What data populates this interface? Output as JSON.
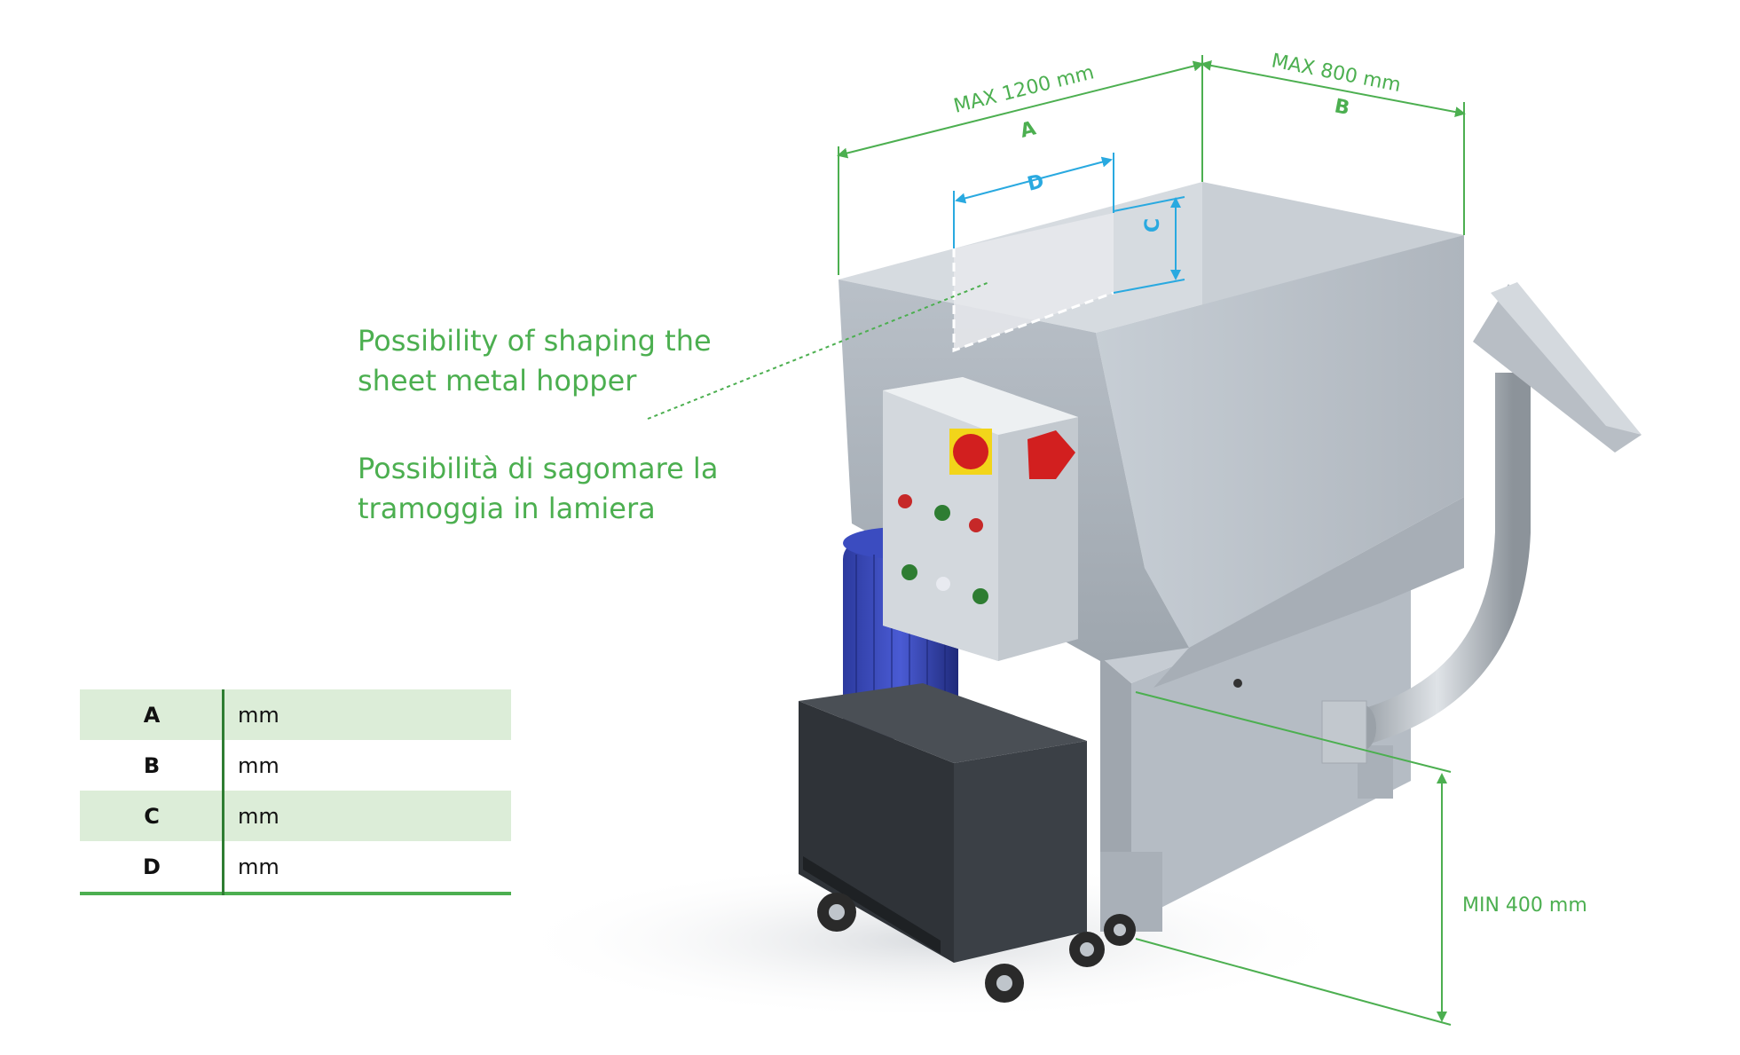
{
  "annotation": {
    "en_line1": "Possibility of shaping the",
    "en_line2": "sheet metal hopper",
    "it_line1": "Possibilità di sagomare la",
    "it_line2": "tramoggia in lamiera"
  },
  "dimensions": {
    "a_label": "MAX 1200 mm",
    "a_letter": "A",
    "b_label": "MAX 800 mm",
    "b_letter": "B",
    "c_letter": "C",
    "d_letter": "D",
    "height_label": "MIN 400 mm"
  },
  "table": {
    "rows": [
      {
        "key": "A",
        "unit": "mm"
      },
      {
        "key": "B",
        "unit": "mm"
      },
      {
        "key": "C",
        "unit": "mm"
      },
      {
        "key": "D",
        "unit": "mm"
      }
    ]
  },
  "colors": {
    "green": "#4caf50",
    "blue": "#29a9e0",
    "row_shade": "#dcedd8"
  }
}
